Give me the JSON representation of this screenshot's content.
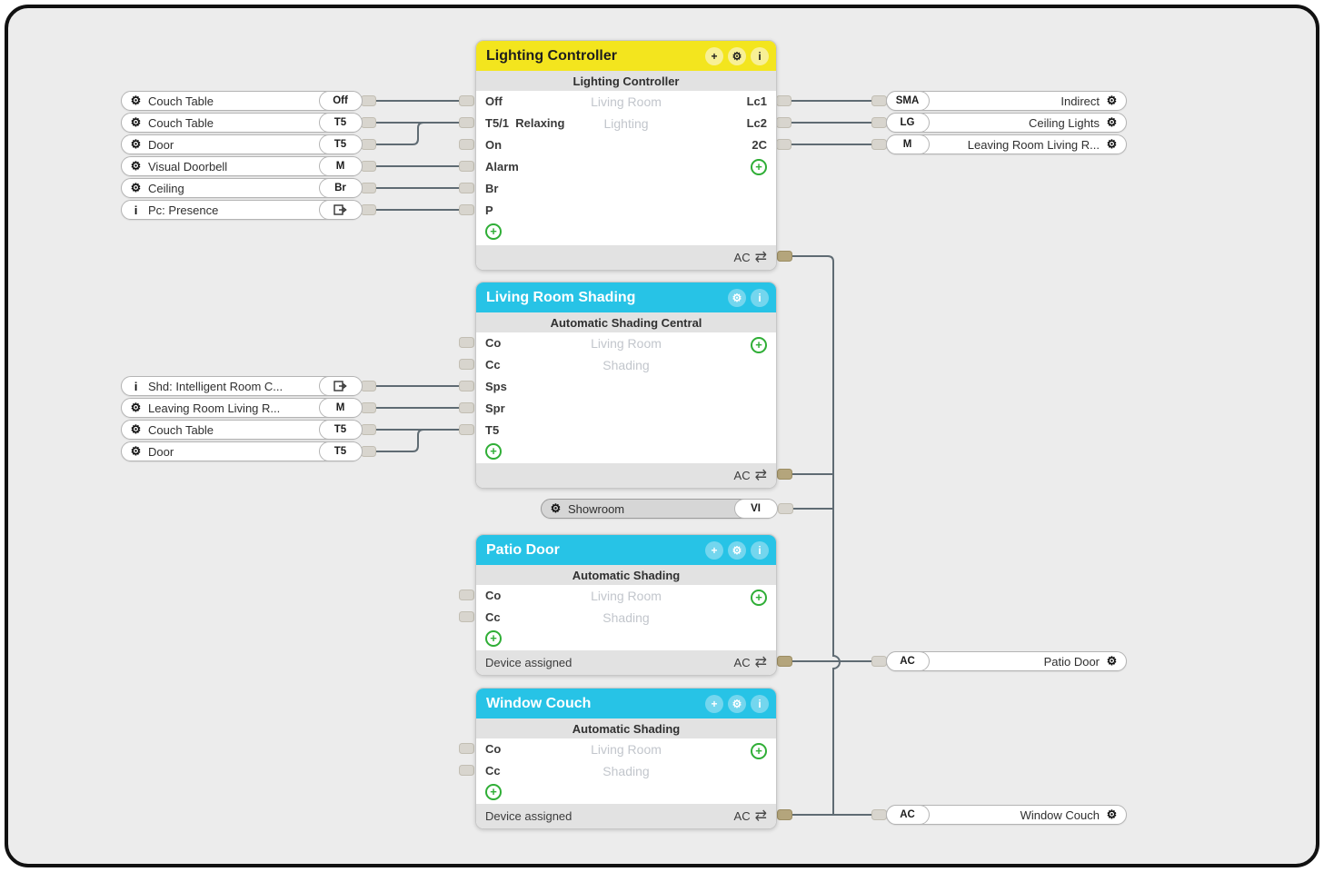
{
  "icons": {
    "add": "+",
    "gear": "⚙",
    "info": "i",
    "swap": "⇄",
    "plus": "+"
  },
  "colors": {
    "lighting_header": "#f3e51e",
    "shading_header": "#27c3e6",
    "canvas": "#ececec",
    "wire": "#5f6b73",
    "green_plus": "#2fae36",
    "connector_gray": "#d8d5ce",
    "connector_tan": "#b4a57c"
  },
  "blocks": {
    "lighting": {
      "title": "Lighting Controller",
      "subtitle": "Lighting Controller",
      "room": "Living Room",
      "category": "Lighting",
      "inputs": [
        "Off",
        "T5/1  Relaxing",
        "On",
        "Alarm",
        "Br",
        "P"
      ],
      "outputs": [
        "Lc1",
        "Lc2",
        "2C"
      ],
      "footer_right": "AC"
    },
    "living_room_shading": {
      "title": "Living Room Shading",
      "subtitle": "Automatic Shading Central",
      "room": "Living Room",
      "category": "Shading",
      "inputs": [
        "Co",
        "Cc",
        "Sps",
        "Spr",
        "T5"
      ],
      "footer_right": "AC"
    },
    "patio_door": {
      "title": "Patio Door",
      "subtitle": "Automatic Shading",
      "room": "Living Room",
      "category": "Shading",
      "inputs": [
        "Co",
        "Cc"
      ],
      "footer_left": "Device assigned",
      "footer_right": "AC"
    },
    "window_couch": {
      "title": "Window Couch",
      "subtitle": "Automatic Shading",
      "room": "Living Room",
      "category": "Shading",
      "inputs": [
        "Co",
        "Cc"
      ],
      "footer_left": "Device assigned",
      "footer_right": "AC"
    }
  },
  "left_pills_lighting": [
    {
      "icon": "gear",
      "label": "Couch Table",
      "tag": "Off"
    },
    {
      "icon": "gear",
      "label": "Couch Table",
      "tag": "T5"
    },
    {
      "icon": "gear",
      "label": "Door",
      "tag": "T5"
    },
    {
      "icon": "gear",
      "label": "Visual Doorbell",
      "tag": "M"
    },
    {
      "icon": "gear",
      "label": "Ceiling",
      "tag": "Br"
    },
    {
      "icon": "info",
      "label": "Pc: Presence",
      "tag_icon": "exit-right-icon"
    }
  ],
  "left_pills_shading": [
    {
      "icon": "info",
      "label": "Shd: Intelligent Room C...",
      "tag_icon": "exit-right-icon"
    },
    {
      "icon": "gear",
      "label": "Leaving Room Living R...",
      "tag": "M"
    },
    {
      "icon": "gear",
      "label": "Couch Table",
      "tag": "T5"
    },
    {
      "icon": "gear",
      "label": "Door",
      "tag": "T5"
    }
  ],
  "right_pills_lighting": [
    {
      "tag": "SMA",
      "label": "Indirect",
      "icon": "gear"
    },
    {
      "tag": "LG",
      "label": "Ceiling Lights",
      "icon": "gear"
    },
    {
      "tag": "M",
      "label": "Leaving Room Living R...",
      "icon": "gear"
    }
  ],
  "showroom_pill": {
    "icon": "gear",
    "label": "Showroom",
    "tag": "VI"
  },
  "right_pills_ac": [
    {
      "tag": "AC",
      "label": "Patio Door",
      "icon": "gear"
    },
    {
      "tag": "AC",
      "label": "Window Couch",
      "icon": "gear"
    }
  ],
  "connections": [
    "Couch Table Off -> Lighting Controller Off",
    "Couch Table T5 -> Lighting Controller T5/1",
    "Door T5 -> Lighting Controller T5/1",
    "Visual Doorbell M -> Lighting Controller Alarm",
    "Ceiling Br -> Lighting Controller Br",
    "Pc: Presence -> Lighting Controller P",
    "Lighting Controller Lc1 -> SMA Indirect",
    "Lighting Controller Lc2 -> LG Ceiling Lights",
    "Lighting Controller 2C -> M Leaving Room Living R...",
    "Shd: Intelligent Room C... -> Living Room Shading Sps",
    "Leaving Room Living R... M -> Living Room Shading Spr",
    "Couch Table T5 -> Living Room Shading T5",
    "Door T5 -> Living Room Shading T5",
    "Lighting Controller AC + Living Room Shading AC + Showroom VI -> bus -> Window Couch AC -> AC Window Couch",
    "Patio Door AC -> AC Patio Door (crosses bus with hop)"
  ]
}
